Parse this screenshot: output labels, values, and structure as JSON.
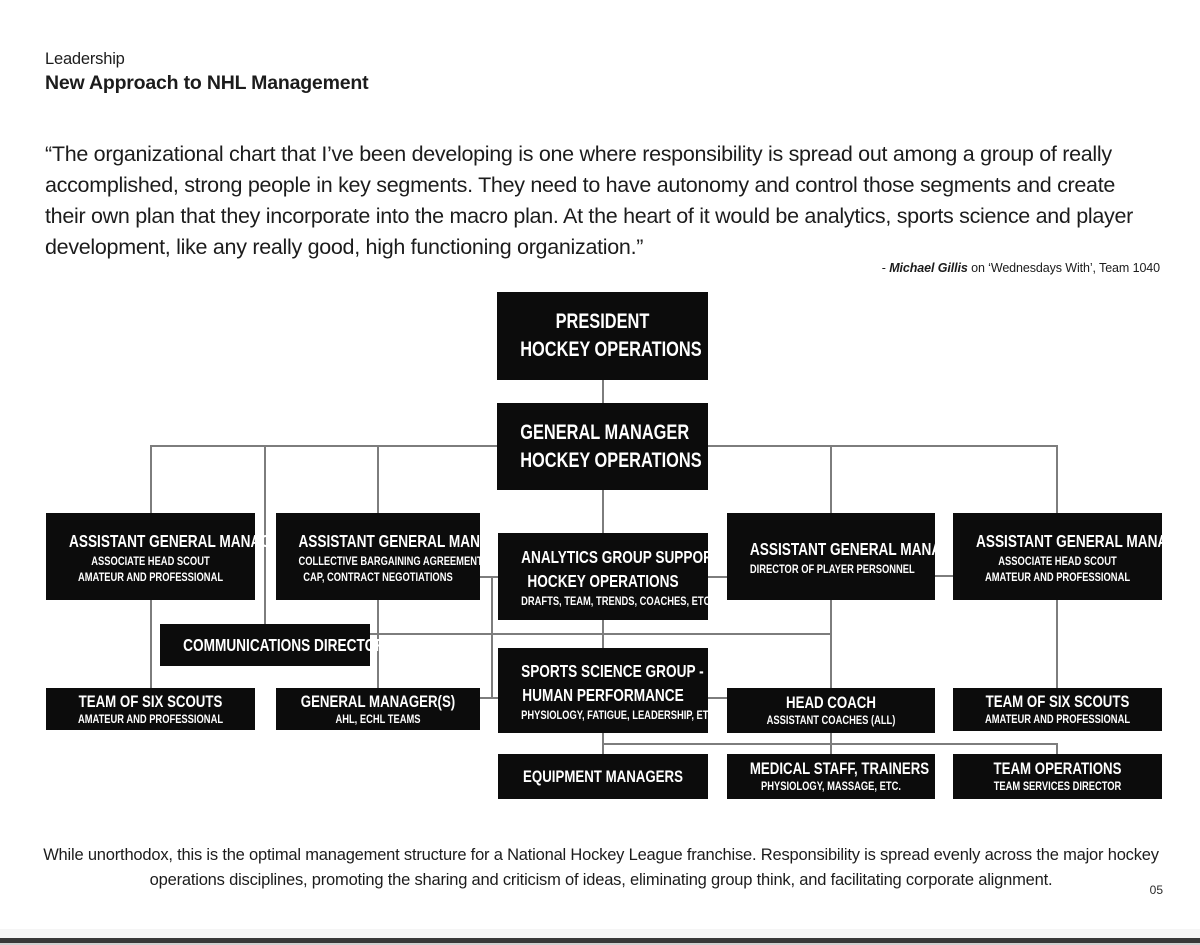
{
  "header": {
    "eyebrow": "Leadership",
    "title": "New Approach to NHL Management"
  },
  "quote": {
    "text": "“The organizational chart that I’ve been developing is one where responsibility is spread out among a group of really accomplished, strong people in key segments. They need to have autonomy and control those segments and create their own plan that they incorporate into the macro plan. At the heart of it would be analytics, sports science and player development, like any really good, high functioning organization.”",
    "attribution_dash": "- ",
    "attribution_name": "Michael Gillis",
    "attribution_rest": " on ‘Wednesdays With’, Team 1040"
  },
  "footer": {
    "note": "While unorthodox, this is the optimal management structure for a National Hockey League franchise. Responsibility is spread evenly across the major hockey operations disciplines, promoting the sharing and criticism of ideas, eliminating group think, and facilitating corporate alignment.",
    "page_number": "05"
  },
  "org_chart": {
    "colors": {
      "box_bg": "#0c0c0c",
      "box_text": "#ffffff",
      "line": "#7d7d7d",
      "page_bg": "#ffffff"
    },
    "nodes": {
      "president": {
        "t1": "PRESIDENT",
        "t2": "HOCKEY OPERATIONS"
      },
      "gm": {
        "t1": "GENERAL MANAGER",
        "t2": "HOCKEY OPERATIONS"
      },
      "agm1": {
        "t1": "ASSISTANT GENERAL MANAGER",
        "s1": "ASSOCIATE HEAD SCOUT",
        "s2": "AMATEUR AND PROFESSIONAL"
      },
      "agm2": {
        "t1": "ASSISTANT GENERAL MANAGER",
        "s1": "COLLECTIVE BARGAINING AGREEMENT, SALARY",
        "s2": "CAP, CONTRACT NEGOTIATIONS"
      },
      "analytics": {
        "t1": "ANALYTICS GROUP SUPPORTING",
        "t2": "HOCKEY OPERATIONS",
        "s1": "DRAFTS, TEAM, TRENDS, COACHES, ETC."
      },
      "agm3": {
        "t1": "ASSISTANT GENERAL MANAGER",
        "s1": "DIRECTOR OF PLAYER PERSONNEL"
      },
      "agm4": {
        "t1": "ASSISTANT GENERAL MANAGER",
        "s1": "ASSOCIATE HEAD SCOUT",
        "s2": "AMATEUR AND PROFESSIONAL"
      },
      "comms": {
        "t1": "COMMUNICATIONS DIRECTOR"
      },
      "sports": {
        "t1": "SPORTS SCIENCE GROUP -",
        "t2": "HUMAN PERFORMANCE",
        "s1": "PHYSIOLOGY, FATIGUE, LEADERSHIP, ETC."
      },
      "scouts_l": {
        "t1": "TEAM OF SIX SCOUTS",
        "s1": "AMATEUR AND PROFESSIONAL"
      },
      "gms": {
        "t1": "GENERAL MANAGER(S)",
        "s1": "AHL, ECHL TEAMS"
      },
      "head_coach": {
        "t1": "HEAD COACH",
        "s1": "ASSISTANT COACHES (ALL)"
      },
      "scouts_r": {
        "t1": "TEAM OF SIX SCOUTS",
        "s1": "AMATEUR AND PROFESSIONAL"
      },
      "equipment": {
        "t1": "EQUIPMENT MANAGERS"
      },
      "medical": {
        "t1": "MEDICAL STAFF, TRAINERS",
        "s1": "PHYSIOLOGY, MASSAGE, ETC."
      },
      "team_ops": {
        "t1": "TEAM OPERATIONS",
        "s1": "TEAM SERVICES DIRECTOR"
      }
    }
  }
}
